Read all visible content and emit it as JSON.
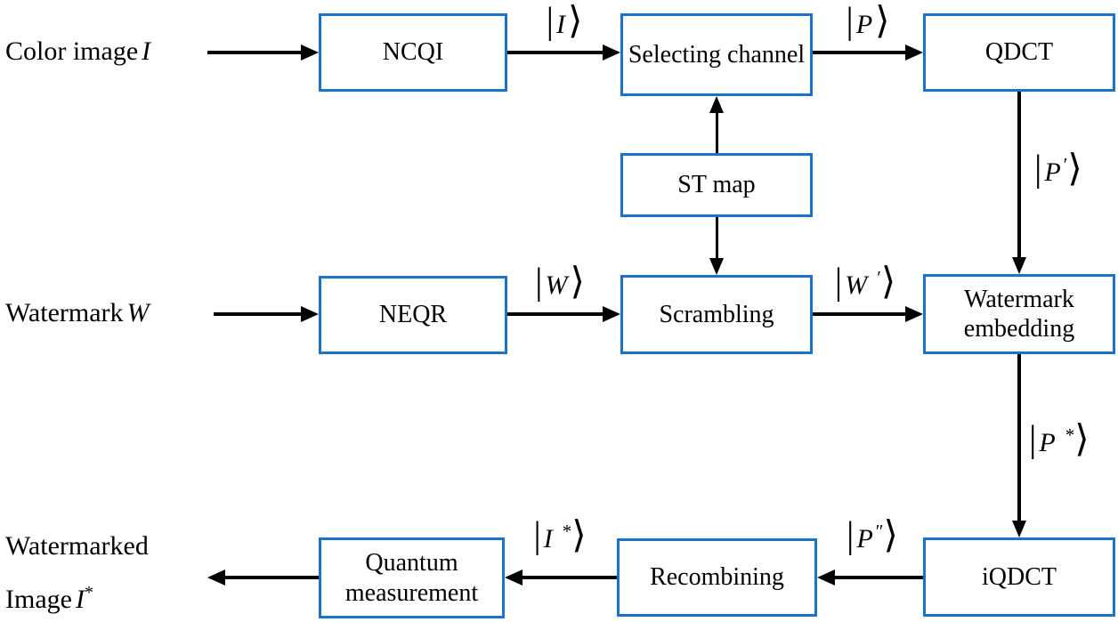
{
  "colors": {
    "box_border": "#1a73c8",
    "line": "#000000",
    "background": "#ffffff",
    "text": "#000000"
  },
  "boxes": {
    "ncqi": {
      "label": "NCQI"
    },
    "selecting_channel": {
      "label": "Selecting channel"
    },
    "qdct": {
      "label": "QDCT"
    },
    "st_map": {
      "label": "ST map"
    },
    "neqr": {
      "label": "NEQR"
    },
    "scrambling": {
      "label": "Scrambling"
    },
    "watermark_embedding": {
      "label": "Watermark embedding"
    },
    "iqdct": {
      "label": "iQDCT"
    },
    "recombining": {
      "label": "Recombining"
    },
    "quantum_measurement": {
      "label": "Quantum measurement"
    }
  },
  "inputs": {
    "color_image": {
      "text": "Color image",
      "math": "I"
    },
    "watermark": {
      "text": "Watermark",
      "math": "W"
    }
  },
  "output": {
    "line1": "Watermarked",
    "line2_text": "Image",
    "line2_math": "I",
    "line2_sup": "*"
  },
  "kets": {
    "bar": "|",
    "bracket": "⟩",
    "I": {
      "letter": "I",
      "sup": ""
    },
    "P": {
      "letter": "P",
      "sup": ""
    },
    "P_prime": {
      "letter": "P",
      "sup": "′"
    },
    "P_star": {
      "letter": "P",
      "sup": "*"
    },
    "P_dprime": {
      "letter": "P",
      "sup": "″"
    },
    "W": {
      "letter": "W",
      "sup": ""
    },
    "W_prime": {
      "letter": "W",
      "sup": "′"
    },
    "I_star": {
      "letter": "I",
      "sup": "*"
    }
  }
}
